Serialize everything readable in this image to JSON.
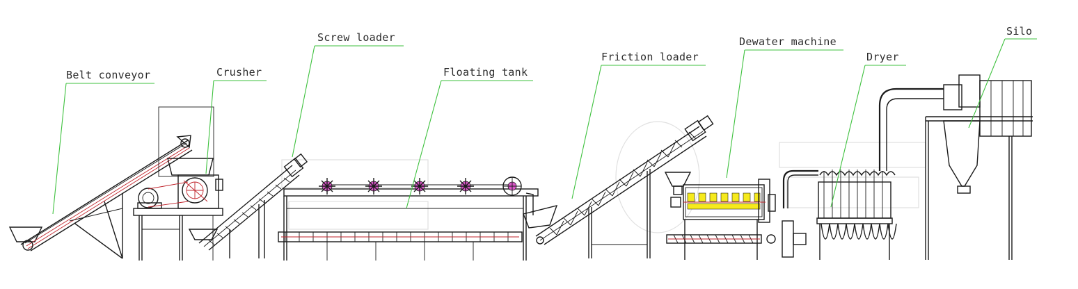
{
  "labels": {
    "belt_conveyor": "Belt conveyor",
    "crusher": "Crusher",
    "screw_loader": "Screw loader",
    "floating_tank": "Floating tank",
    "friction_loader": "Friction loader",
    "dewater_machine": "Dewater machine",
    "dryer": "Dryer",
    "silo": "Silo"
  },
  "colors": {
    "leader_line": "#3ec13e",
    "drawing_line": "#1a1a1a",
    "highlight_red": "#c0222a",
    "rotor_magenta": "#d955c8",
    "dewater_yellow": "#f6ea1c"
  }
}
